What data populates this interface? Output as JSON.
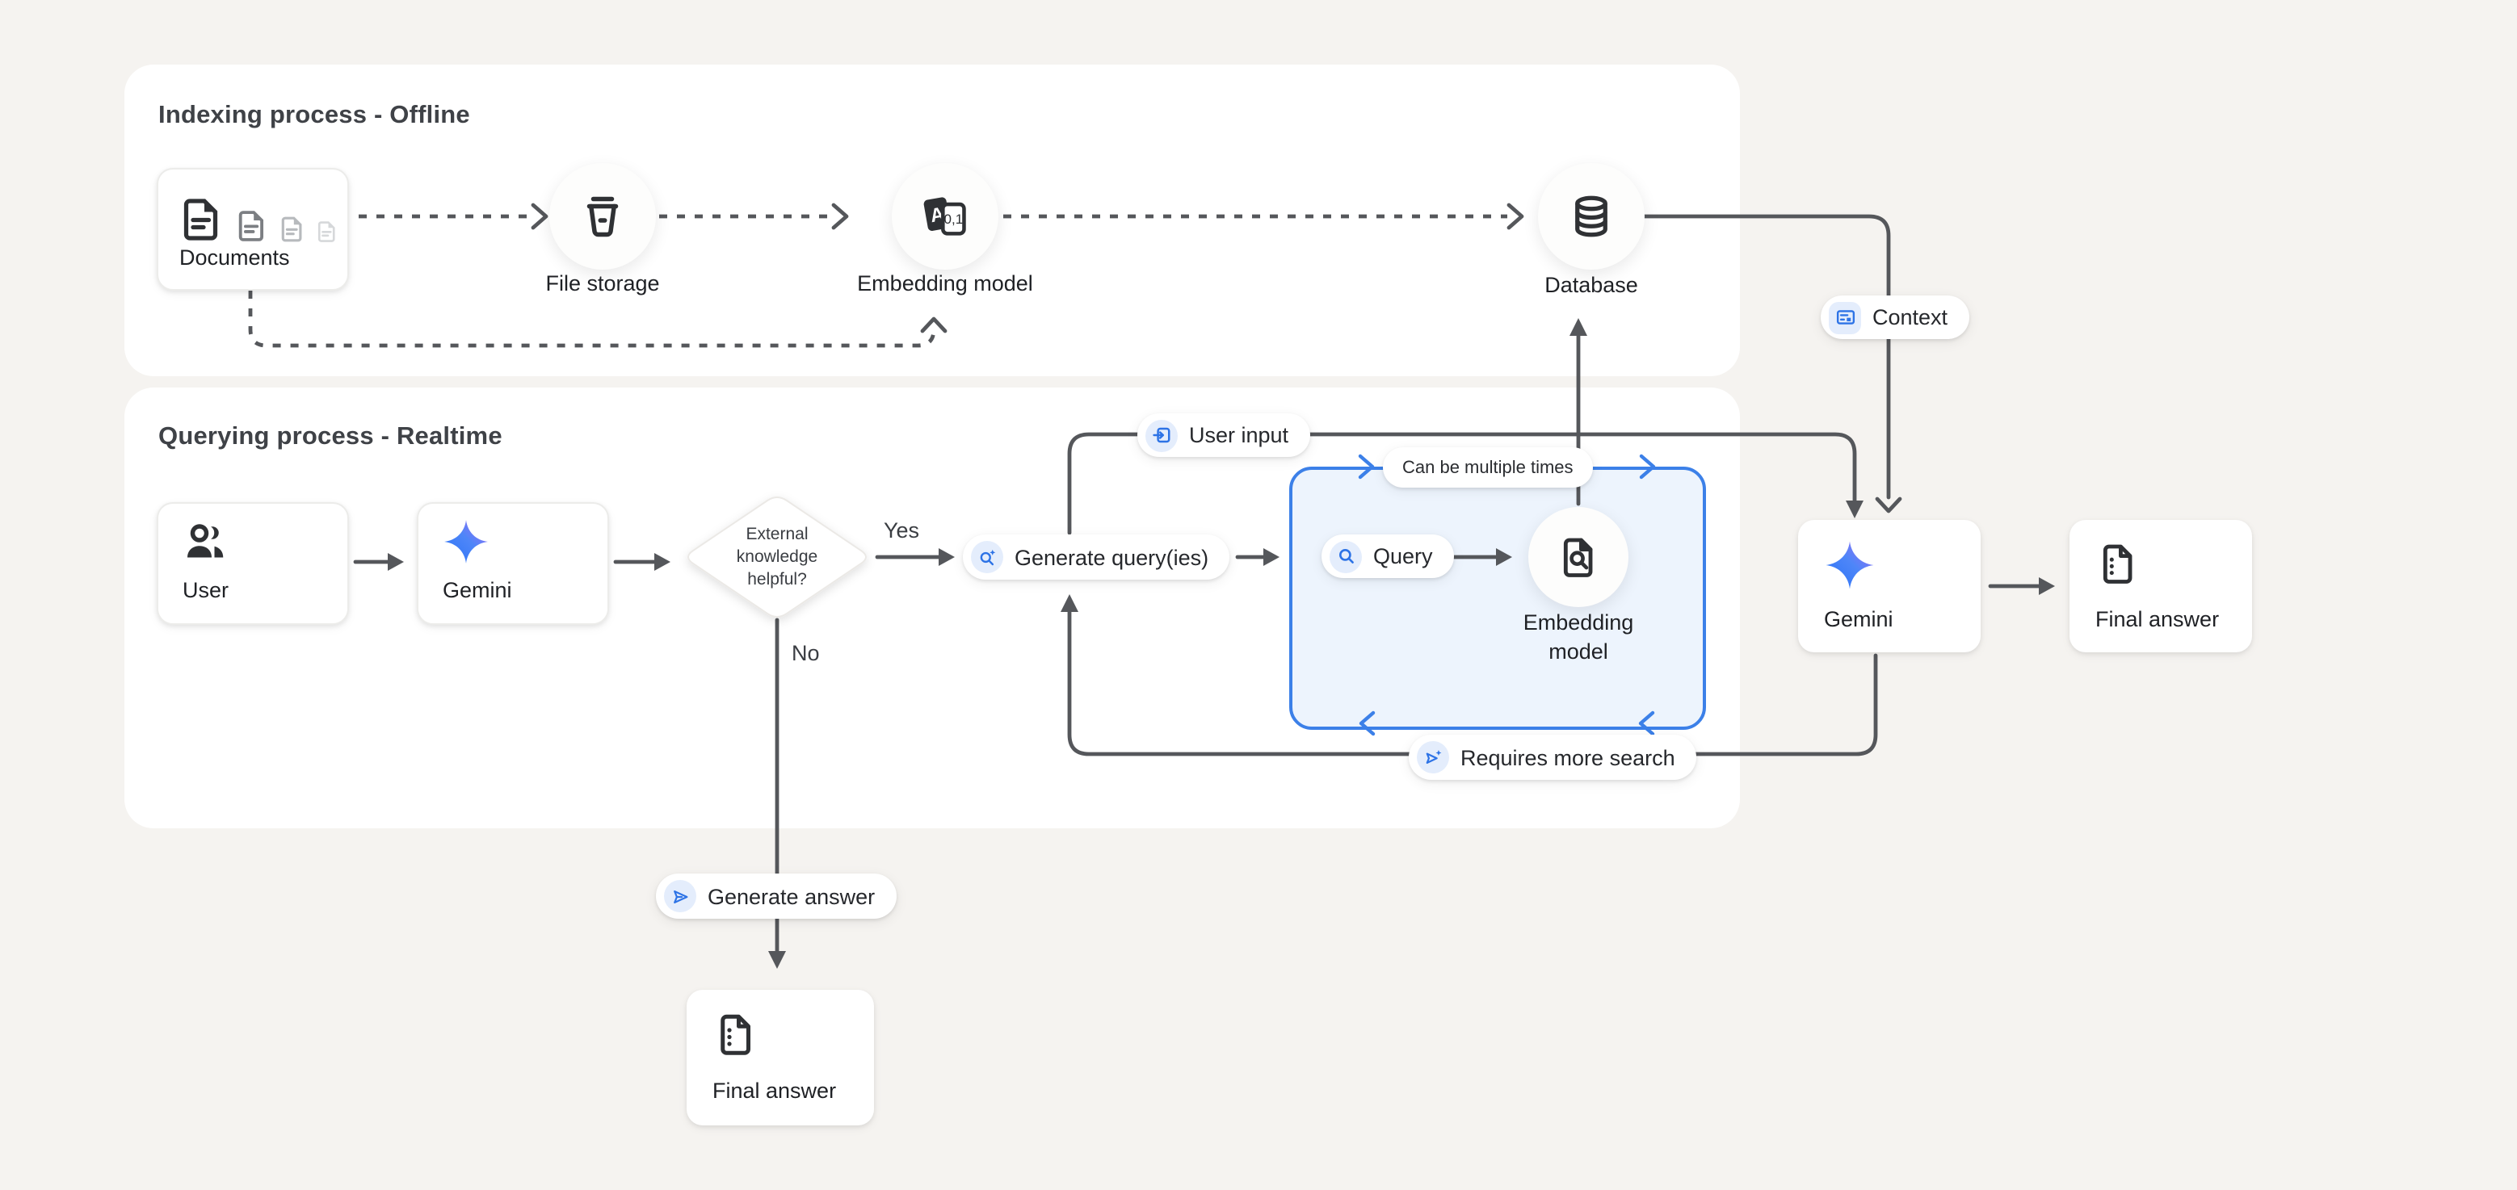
{
  "page": {
    "background": "#f5f3f0"
  },
  "colors": {
    "line": "#55575b",
    "blue": "#3c80e8",
    "chip_bg": "#e4edfc",
    "loop_fill": "#edf4fd"
  },
  "indexing": {
    "title": "Indexing process - Offline",
    "documents_label": "Documents",
    "file_storage_label": "File storage",
    "embedding_label": "Embedding model",
    "database_label": "Database",
    "embedding_icon_letter": "A",
    "embedding_icon_digits": "0,1"
  },
  "querying": {
    "title": "Querying process - Realtime",
    "user_label": "User",
    "gemini_label": "Gemini",
    "decision_line1": "External",
    "decision_line2": "knowledge",
    "decision_line3": "helpful?",
    "yes_label": "Yes",
    "no_label": "No",
    "generate_queries_label": "Generate query(ies)",
    "user_input_label": "User input",
    "query_loop": {
      "can_multiple_label": "Can be multiple times",
      "query_label": "Query",
      "embedding_line1": "Embedding",
      "embedding_line2": "model"
    },
    "requires_label": "Requires more search"
  },
  "output": {
    "context_label": "Context",
    "gemini_label": "Gemini",
    "final_answer_label": "Final answer",
    "generate_answer_label": "Generate answer",
    "final_answer_bottom_label": "Final answer"
  }
}
